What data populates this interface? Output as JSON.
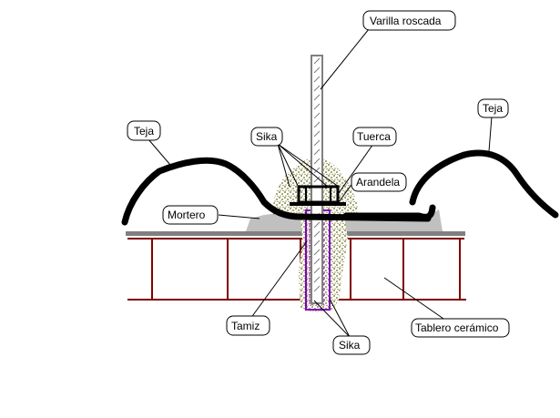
{
  "labels": {
    "varilla": "Varilla roscada",
    "teja_left": "Teja",
    "teja_right": "Teja",
    "sika_top": "Sika",
    "tuerca": "Tuerca",
    "arandela": "Arandela",
    "mortero": "Mortero",
    "tamiz": "Tamiz",
    "tablero": "Tablero cerámico",
    "sika_bottom": "Sika"
  },
  "colors": {
    "tile": "#000000",
    "mortar": "#c0c0c0",
    "slab_line": "#808080",
    "brick": "#800000",
    "sealant": "#8a8a3c",
    "mesh": "#8000c0",
    "rod": "#808080"
  }
}
